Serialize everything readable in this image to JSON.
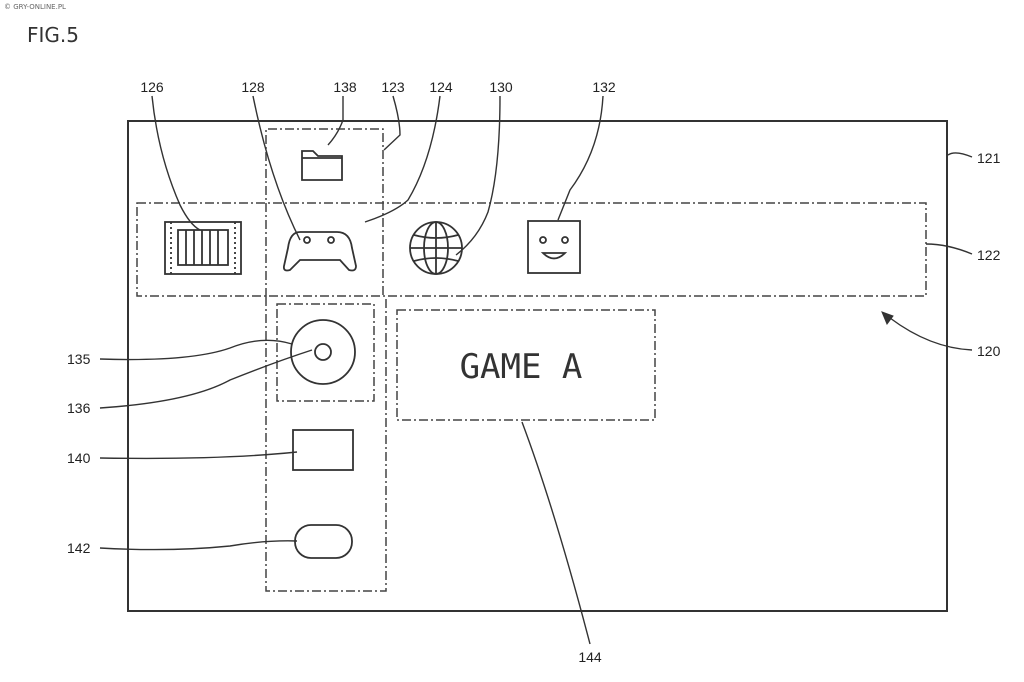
{
  "watermark": "© GRY-ONLINE.PL",
  "figure_label": "FIG.5",
  "game_title": "GAME A",
  "reference_numerals": {
    "r120": "120",
    "r121": "121",
    "r122": "122",
    "r123": "123",
    "r124": "124",
    "r126": "126",
    "r128": "128",
    "r130": "130",
    "r132": "132",
    "r135": "135",
    "r136": "136",
    "r138": "138",
    "r140": "140",
    "r142": "142",
    "r144": "144"
  },
  "icons": {
    "film": "film-icon",
    "gamepad": "gamepad-icon",
    "globe": "globe-icon",
    "face": "smiley-face-icon",
    "folder": "folder-icon",
    "disc": "disc-icon",
    "rectangle": "rectangle-item-icon",
    "rounded": "rounded-item-icon"
  }
}
